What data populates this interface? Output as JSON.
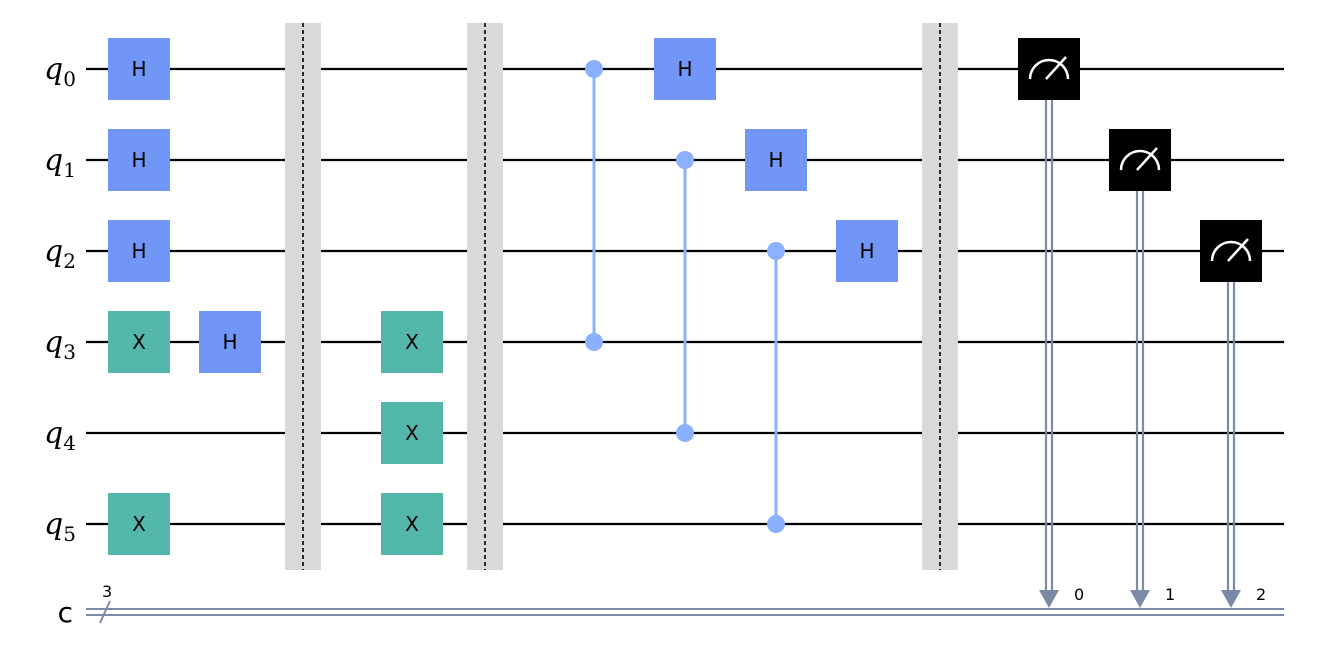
{
  "qubits": [
    {
      "prefix": "q",
      "index": "0"
    },
    {
      "prefix": "q",
      "index": "1"
    },
    {
      "prefix": "q",
      "index": "2"
    },
    {
      "prefix": "q",
      "index": "3"
    },
    {
      "prefix": "q",
      "index": "4"
    },
    {
      "prefix": "q",
      "index": "5"
    }
  ],
  "creg": {
    "name": "c",
    "size": "3"
  },
  "colors": {
    "h_gate": "#7196f7",
    "x_gate": "#53b7ac",
    "cz_line": "#8bb0ff",
    "barrier": "#d9d9d9",
    "measure_box": "#000000",
    "classical_wire": "#7b8aa6",
    "wire": "#000000"
  },
  "operations": [
    {
      "type": "gate",
      "label": "H",
      "qubit": 0,
      "column": 0,
      "kind": "h"
    },
    {
      "type": "gate",
      "label": "H",
      "qubit": 1,
      "column": 0,
      "kind": "h"
    },
    {
      "type": "gate",
      "label": "H",
      "qubit": 2,
      "column": 0,
      "kind": "h"
    },
    {
      "type": "gate",
      "label": "X",
      "qubit": 3,
      "column": 0,
      "kind": "x"
    },
    {
      "type": "gate",
      "label": "X",
      "qubit": 5,
      "column": 0,
      "kind": "x"
    },
    {
      "type": "gate",
      "label": "H",
      "qubit": 3,
      "column": 1,
      "kind": "h"
    },
    {
      "type": "barrier",
      "column": 2
    },
    {
      "type": "gate",
      "label": "X",
      "qubit": 3,
      "column": 3,
      "kind": "x"
    },
    {
      "type": "gate",
      "label": "X",
      "qubit": 4,
      "column": 3,
      "kind": "x"
    },
    {
      "type": "gate",
      "label": "X",
      "qubit": 5,
      "column": 3,
      "kind": "x"
    },
    {
      "type": "barrier",
      "column": 4
    },
    {
      "type": "cz",
      "qubits": [
        0,
        3
      ],
      "column": 5
    },
    {
      "type": "cz",
      "qubits": [
        1,
        4
      ],
      "column": 6
    },
    {
      "type": "cz",
      "qubits": [
        2,
        5
      ],
      "column": 7
    },
    {
      "type": "gate",
      "label": "H",
      "qubit": 0,
      "column": 6,
      "kind": "h"
    },
    {
      "type": "gate",
      "label": "H",
      "qubit": 1,
      "column": 7,
      "kind": "h"
    },
    {
      "type": "gate",
      "label": "H",
      "qubit": 2,
      "column": 8,
      "kind": "h"
    },
    {
      "type": "barrier",
      "column": 9
    },
    {
      "type": "measure",
      "qubit": 0,
      "clbit": "0",
      "column": 10
    },
    {
      "type": "measure",
      "qubit": 1,
      "clbit": "1",
      "column": 11
    },
    {
      "type": "measure",
      "qubit": 2,
      "clbit": "2",
      "column": 12
    }
  ]
}
